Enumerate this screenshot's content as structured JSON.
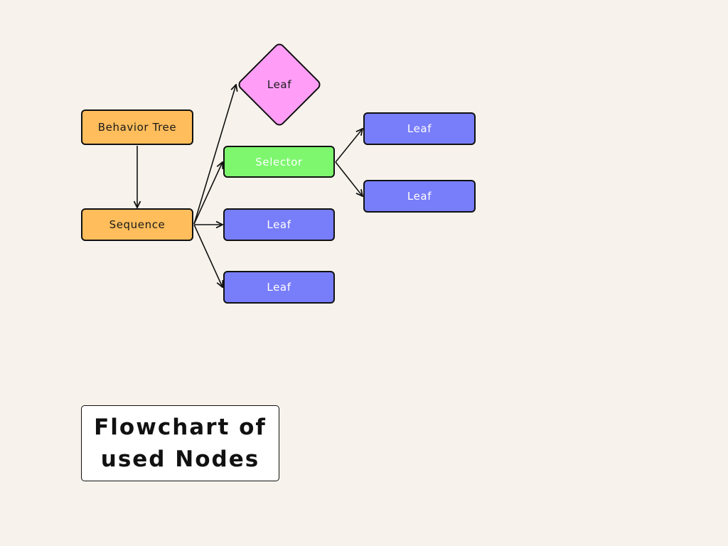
{
  "colors": {
    "background": "#f7f3ec",
    "orange": "#ffbd5b",
    "green": "#7ef76f",
    "blue": "#787dfa",
    "pink": "#ff9df7",
    "stroke": "#111111"
  },
  "diagram": {
    "nodes": {
      "behavior_tree": {
        "label": "Behavior Tree"
      },
      "sequence": {
        "label": "Sequence"
      },
      "leaf_diamond": {
        "label": "Leaf"
      },
      "selector": {
        "label": "Selector"
      },
      "leaf_mid": {
        "label": "Leaf"
      },
      "leaf_bottom": {
        "label": "Leaf"
      },
      "leaf_right_1": {
        "label": "Leaf"
      },
      "leaf_right_2": {
        "label": "Leaf"
      }
    },
    "edges": [
      {
        "from": "behavior_tree",
        "to": "sequence"
      },
      {
        "from": "sequence",
        "to": "leaf_diamond"
      },
      {
        "from": "sequence",
        "to": "selector"
      },
      {
        "from": "sequence",
        "to": "leaf_mid"
      },
      {
        "from": "sequence",
        "to": "leaf_bottom"
      },
      {
        "from": "selector",
        "to": "leaf_right_1"
      },
      {
        "from": "selector",
        "to": "leaf_right_2"
      }
    ]
  },
  "title": {
    "text": "Flowchart of\nused Nodes"
  }
}
